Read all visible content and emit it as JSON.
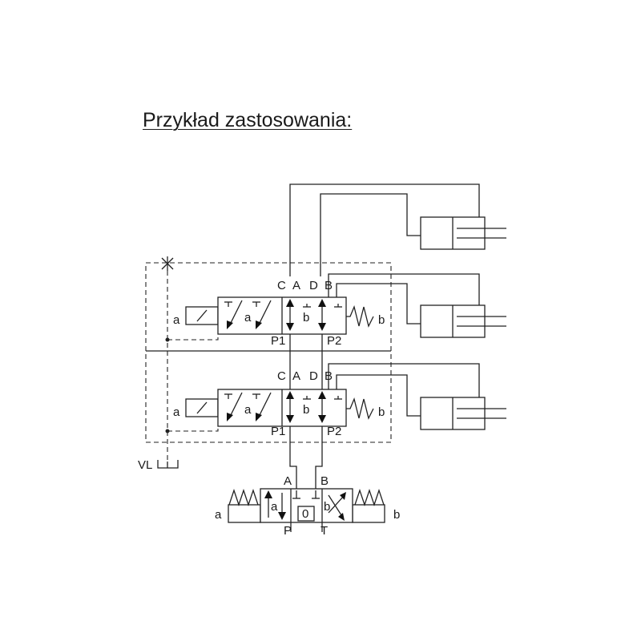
{
  "title": "Przykład zastosowania:",
  "labels": {
    "port_c": "C",
    "port_a": "A",
    "port_d": "D",
    "port_b": "B",
    "port_p1": "P1",
    "port_p2": "P2",
    "solenoid_a": "a",
    "spring_b": "b",
    "vl": "VL",
    "dir_a": "A",
    "dir_b": "B",
    "dir_p": "P",
    "dir_t": "T",
    "dir_0": "0"
  },
  "colors": {
    "line": "#222222",
    "background": "#ffffff"
  }
}
